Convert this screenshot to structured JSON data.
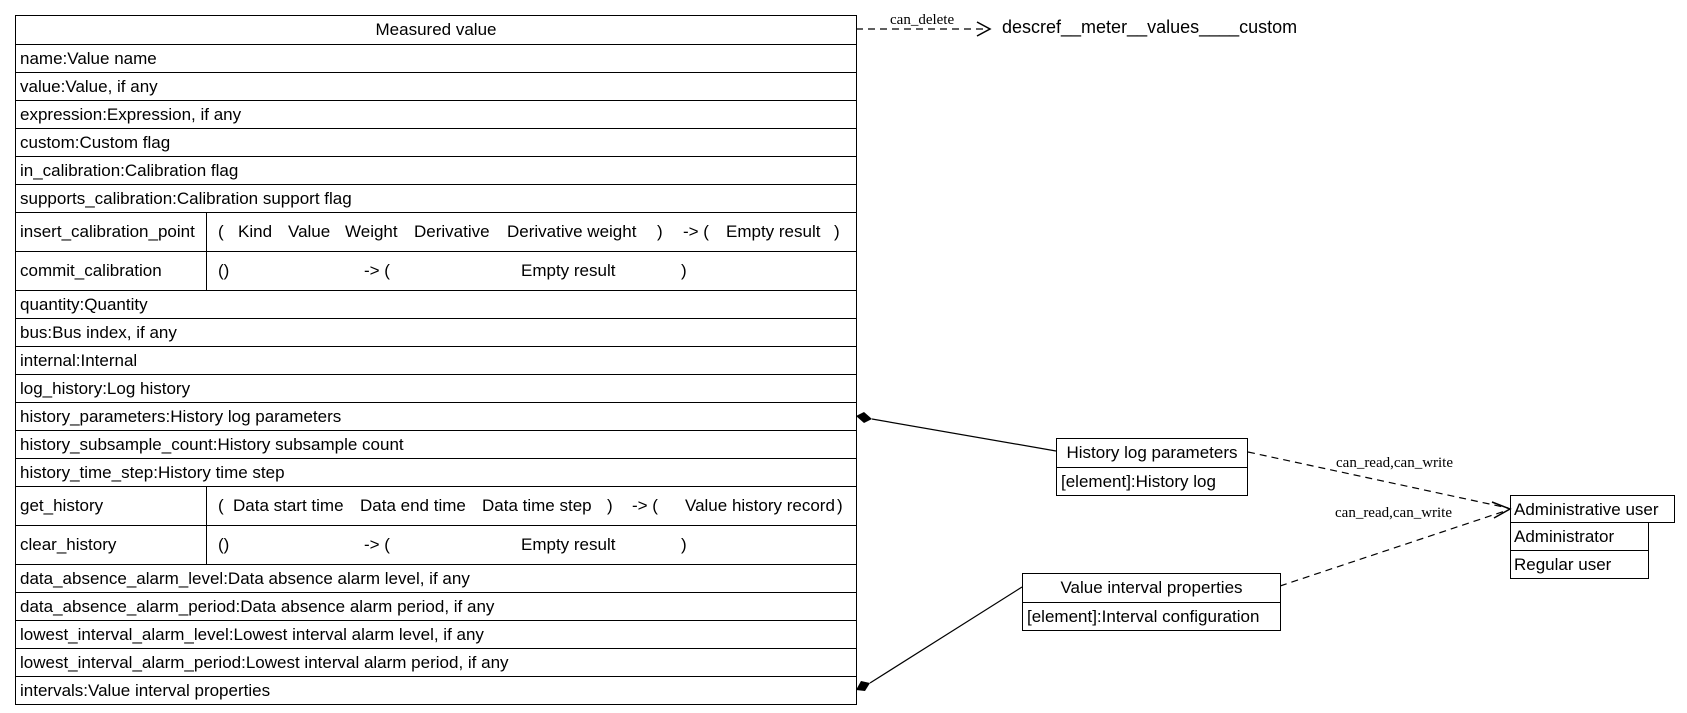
{
  "main_class": {
    "title": "Measured value",
    "attrs_top": [
      "name:Value name",
      "value:Value, if any",
      "expression:Expression, if any",
      "custom:Custom flag",
      "in_calibration:Calibration flag",
      "supports_calibration:Calibration support flag"
    ],
    "insert_calibration_point": {
      "name": "insert_calibration_point",
      "open": "(",
      "args": [
        "Kind",
        "Value",
        "Weight",
        "Derivative",
        "Derivative weight"
      ],
      "close": ")",
      "arrow": "-> (",
      "result": "Empty result",
      "result_close": ")"
    },
    "commit_calibration": {
      "name": "commit_calibration",
      "args": "()",
      "arrow": "-> (",
      "result": "Empty result",
      "result_close": ")"
    },
    "attrs_mid": [
      "quantity:Quantity",
      "bus:Bus index, if any",
      "internal:Internal",
      "log_history:Log history",
      "history_parameters:History log parameters",
      "history_subsample_count:History subsample count",
      "history_time_step:History time step"
    ],
    "get_history": {
      "name": "get_history",
      "open": "(",
      "args": [
        "Data start time",
        "Data end time",
        "Data time step"
      ],
      "close": ")",
      "arrow": "-> (",
      "result": "Value history record",
      "result_close": ")"
    },
    "clear_history": {
      "name": "clear_history",
      "args": "()",
      "arrow": "-> (",
      "result": "Empty result",
      "result_close": ")"
    },
    "attrs_bottom": [
      "data_absence_alarm_level:Data absence alarm level, if any",
      "data_absence_alarm_period:Data absence alarm period, if any",
      "lowest_interval_alarm_level:Lowest interval alarm level, if any",
      "lowest_interval_alarm_period:Lowest interval alarm period, if any",
      "intervals:Value interval properties"
    ]
  },
  "history_class": {
    "title": "History log parameters",
    "rows": [
      "[element]:History log"
    ]
  },
  "interval_class": {
    "title": "Value interval properties",
    "rows": [
      "[element]:Interval configuration"
    ]
  },
  "roles_class": {
    "title": "Administrative user",
    "rows": [
      "Administrator",
      "Regular user"
    ]
  },
  "external_ref": "descref__meter__values____custom",
  "edges": {
    "delete_label": "can_delete",
    "history_label": "can_read,can_write",
    "interval_label": "can_read,can_write"
  }
}
